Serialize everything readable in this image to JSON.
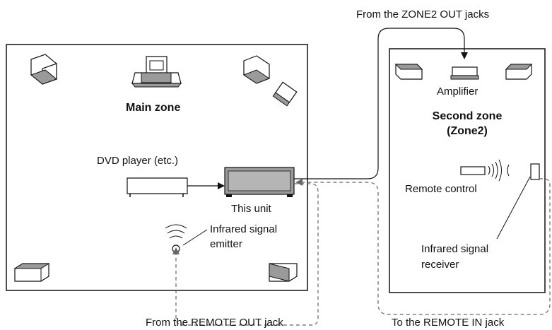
{
  "labels": {
    "zone2_out": "From the ZONE2 OUT jacks",
    "main_zone": "Main zone",
    "amplifier": "Amplifier",
    "second_zone_line1": "Second zone",
    "second_zone_line2": "(Zone2)",
    "dvd_player": "DVD player (etc.)",
    "this_unit": "This unit",
    "remote_control": "Remote control",
    "ir_emitter_line1": "Infrared signal",
    "ir_emitter_line2": "emitter",
    "ir_receiver_line1": "Infrared signal",
    "ir_receiver_line2": "receiver",
    "remote_out": "From the REMOTE OUT jack",
    "remote_in": "To the REMOTE IN jack"
  },
  "colors": {
    "line": "#111111",
    "speaker_shade": "#9a9a9a",
    "dashed": "#777777"
  }
}
